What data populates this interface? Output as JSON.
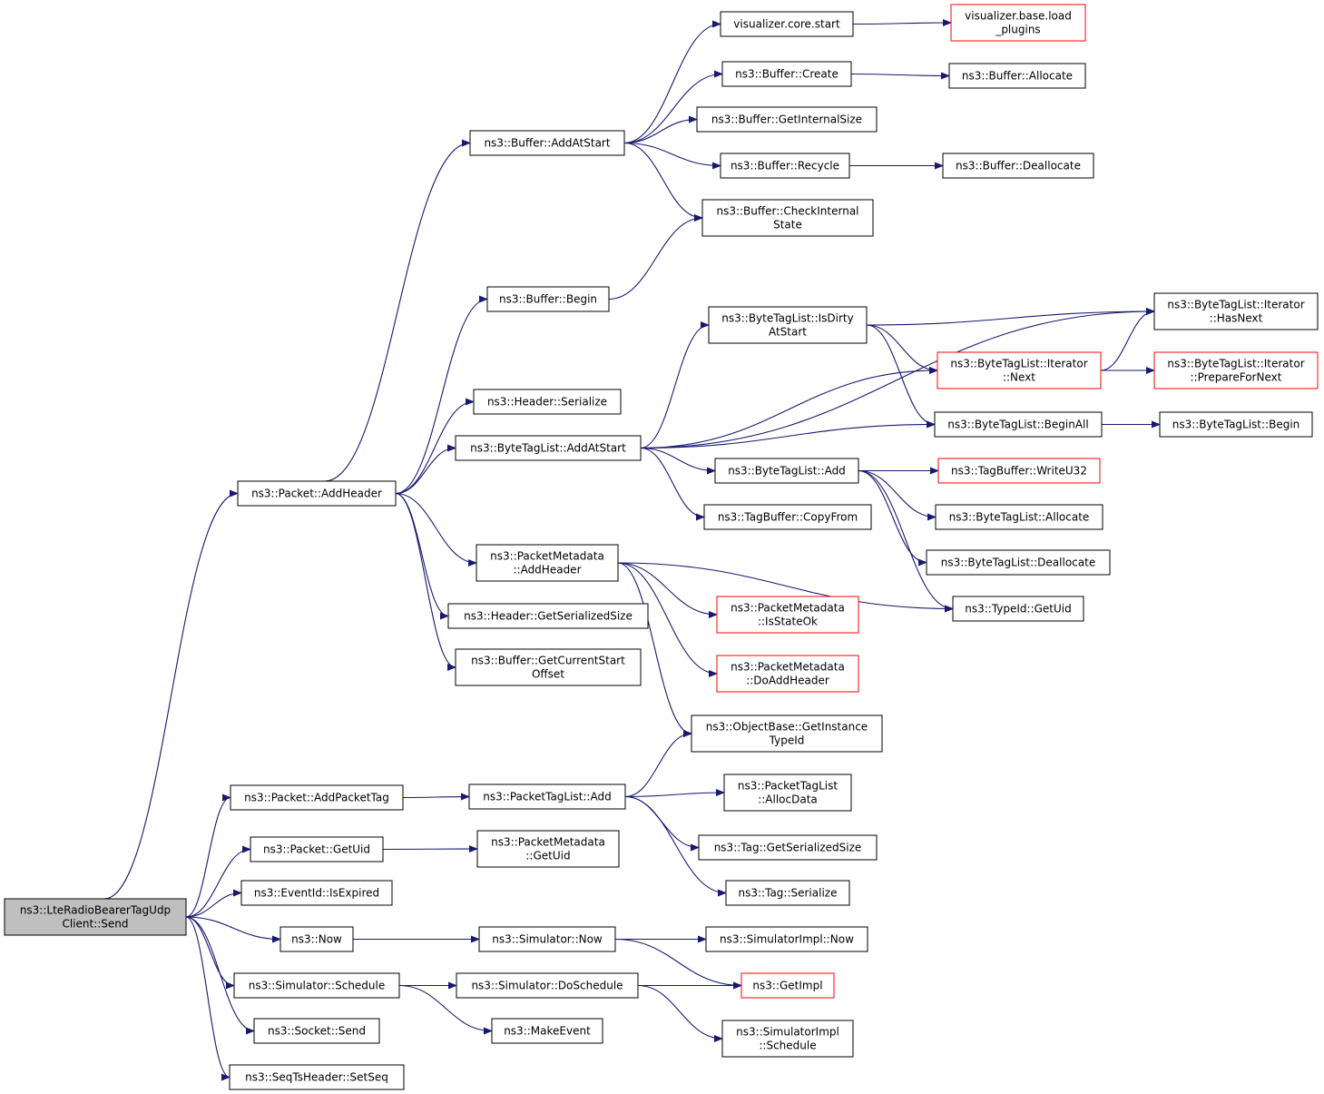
{
  "colors": {
    "edge": "#191970",
    "node_border": "#000000",
    "external_border": "#ff0000",
    "root_fill": "#bfbfbf",
    "node_fill": "#ffffff"
  },
  "nodes": [
    {
      "id": "root",
      "lines": [
        "ns3::LteRadioBearerTagUdp",
        "Client::Send"
      ],
      "style": "root"
    },
    {
      "id": "pkt_addheader",
      "lines": [
        "ns3::Packet::AddHeader"
      ]
    },
    {
      "id": "pkt_addpackettag",
      "lines": [
        "ns3::Packet::AddPacketTag"
      ]
    },
    {
      "id": "pkt_getuid",
      "lines": [
        "ns3::Packet::GetUid"
      ]
    },
    {
      "id": "eventid_isexpired",
      "lines": [
        "ns3::EventId::IsExpired"
      ]
    },
    {
      "id": "now",
      "lines": [
        "ns3::Now"
      ]
    },
    {
      "id": "sim_schedule",
      "lines": [
        "ns3::Simulator::Schedule"
      ]
    },
    {
      "id": "socket_send",
      "lines": [
        "ns3::Socket::Send"
      ]
    },
    {
      "id": "seqts_setseq",
      "lines": [
        "ns3::SeqTsHeader::SetSeq"
      ]
    },
    {
      "id": "buf_addatstart",
      "lines": [
        "ns3::Buffer::AddAtStart"
      ]
    },
    {
      "id": "buf_begin",
      "lines": [
        "ns3::Buffer::Begin"
      ]
    },
    {
      "id": "hdr_serialize",
      "lines": [
        "ns3::Header::Serialize"
      ]
    },
    {
      "id": "btl_addatstart",
      "lines": [
        "ns3::ByteTagList::AddAtStart"
      ]
    },
    {
      "id": "pm_addheader",
      "lines": [
        "ns3::PacketMetadata",
        "::AddHeader"
      ]
    },
    {
      "id": "hdr_getsersize",
      "lines": [
        "ns3::Header::GetSerializedSize"
      ]
    },
    {
      "id": "buf_getcurstart",
      "lines": [
        "ns3::Buffer::GetCurrentStart",
        "Offset"
      ]
    },
    {
      "id": "ptl_add",
      "lines": [
        "ns3::PacketTagList::Add"
      ]
    },
    {
      "id": "pm_getuid",
      "lines": [
        "ns3::PacketMetadata",
        "::GetUid"
      ]
    },
    {
      "id": "sim_now",
      "lines": [
        "ns3::Simulator::Now"
      ]
    },
    {
      "id": "sim_doschedule",
      "lines": [
        "ns3::Simulator::DoSchedule"
      ]
    },
    {
      "id": "makeevent",
      "lines": [
        "ns3::MakeEvent"
      ]
    },
    {
      "id": "viz_start",
      "lines": [
        "visualizer.core.start"
      ]
    },
    {
      "id": "buf_create",
      "lines": [
        "ns3::Buffer::Create"
      ]
    },
    {
      "id": "buf_getintsize",
      "lines": [
        "ns3::Buffer::GetInternalSize"
      ]
    },
    {
      "id": "buf_recycle",
      "lines": [
        "ns3::Buffer::Recycle"
      ]
    },
    {
      "id": "buf_checkint",
      "lines": [
        "ns3::Buffer::CheckInternal",
        "State"
      ]
    },
    {
      "id": "btl_isdirty",
      "lines": [
        "ns3::ByteTagList::IsDirty",
        "AtStart"
      ]
    },
    {
      "id": "btl_add",
      "lines": [
        "ns3::ByteTagList::Add"
      ]
    },
    {
      "id": "tagbuf_copyfrom",
      "lines": [
        "ns3::TagBuffer::CopyFrom"
      ]
    },
    {
      "id": "pm_isstateok",
      "lines": [
        "ns3::PacketMetadata",
        "::IsStateOk"
      ],
      "style": "external"
    },
    {
      "id": "pm_doaddheader",
      "lines": [
        "ns3::PacketMetadata",
        "::DoAddHeader"
      ],
      "style": "external"
    },
    {
      "id": "ob_getinsttypeid",
      "lines": [
        "ns3::ObjectBase::GetInstance",
        "TypeId"
      ]
    },
    {
      "id": "ptl_allocdata",
      "lines": [
        "ns3::PacketTagList",
        "::AllocData"
      ]
    },
    {
      "id": "tag_getsersize",
      "lines": [
        "ns3::Tag::GetSerializedSize"
      ]
    },
    {
      "id": "tag_serialize",
      "lines": [
        "ns3::Tag::Serialize"
      ]
    },
    {
      "id": "simimpl_now",
      "lines": [
        "ns3::SimulatorImpl::Now"
      ]
    },
    {
      "id": "getimpl",
      "lines": [
        "ns3::GetImpl"
      ],
      "style": "external"
    },
    {
      "id": "simimpl_schedule",
      "lines": [
        "ns3::SimulatorImpl",
        "::Schedule"
      ]
    },
    {
      "id": "viz_loadplugins",
      "lines": [
        "visualizer.base.load",
        "_plugins"
      ],
      "style": "external"
    },
    {
      "id": "buf_allocate",
      "lines": [
        "ns3::Buffer::Allocate"
      ]
    },
    {
      "id": "buf_deallocate",
      "lines": [
        "ns3::Buffer::Deallocate"
      ]
    },
    {
      "id": "btli_hasnext",
      "lines": [
        "ns3::ByteTagList::Iterator",
        "::HasNext"
      ]
    },
    {
      "id": "btli_next",
      "lines": [
        "ns3::ByteTagList::Iterator",
        "::Next"
      ],
      "style": "external"
    },
    {
      "id": "btl_beginall",
      "lines": [
        "ns3::ByteTagList::BeginAll"
      ]
    },
    {
      "id": "tagbuf_writeu32",
      "lines": [
        "ns3::TagBuffer::WriteU32"
      ],
      "style": "external"
    },
    {
      "id": "btl_allocate",
      "lines": [
        "ns3::ByteTagList::Allocate"
      ]
    },
    {
      "id": "btl_deallocate",
      "lines": [
        "ns3::ByteTagList::Deallocate"
      ]
    },
    {
      "id": "typeid_getuid",
      "lines": [
        "ns3::TypeId::GetUid"
      ]
    },
    {
      "id": "btli_preparefornext",
      "lines": [
        "ns3::ByteTagList::Iterator",
        "::PrepareForNext"
      ],
      "style": "external"
    },
    {
      "id": "btl_begin",
      "lines": [
        "ns3::ByteTagList::Begin"
      ]
    }
  ],
  "edges": [
    [
      "root",
      "pkt_addheader"
    ],
    [
      "root",
      "pkt_addpackettag"
    ],
    [
      "root",
      "pkt_getuid"
    ],
    [
      "root",
      "eventid_isexpired"
    ],
    [
      "root",
      "now"
    ],
    [
      "root",
      "sim_schedule"
    ],
    [
      "root",
      "socket_send"
    ],
    [
      "root",
      "seqts_setseq"
    ],
    [
      "pkt_addheader",
      "buf_addatstart"
    ],
    [
      "pkt_addheader",
      "buf_begin"
    ],
    [
      "pkt_addheader",
      "hdr_serialize"
    ],
    [
      "pkt_addheader",
      "btl_addatstart"
    ],
    [
      "pkt_addheader",
      "pm_addheader"
    ],
    [
      "pkt_addheader",
      "hdr_getsersize"
    ],
    [
      "pkt_addheader",
      "buf_getcurstart"
    ],
    [
      "buf_addatstart",
      "viz_start"
    ],
    [
      "buf_addatstart",
      "buf_create"
    ],
    [
      "buf_addatstart",
      "buf_getintsize"
    ],
    [
      "buf_addatstart",
      "buf_recycle"
    ],
    [
      "buf_addatstart",
      "buf_checkint"
    ],
    [
      "viz_start",
      "viz_loadplugins"
    ],
    [
      "buf_create",
      "buf_allocate"
    ],
    [
      "buf_recycle",
      "buf_deallocate"
    ],
    [
      "buf_begin",
      "buf_checkint"
    ],
    [
      "btl_addatstart",
      "btl_isdirty"
    ],
    [
      "btl_addatstart",
      "btli_hasnext"
    ],
    [
      "btl_addatstart",
      "btli_next"
    ],
    [
      "btl_addatstart",
      "btl_beginall"
    ],
    [
      "btl_addatstart",
      "btl_add"
    ],
    [
      "btl_addatstart",
      "tagbuf_copyfrom"
    ],
    [
      "btl_isdirty",
      "btli_hasnext"
    ],
    [
      "btl_isdirty",
      "btli_next"
    ],
    [
      "btl_isdirty",
      "btl_beginall"
    ],
    [
      "btli_next",
      "btli_hasnext"
    ],
    [
      "btli_next",
      "btli_preparefornext"
    ],
    [
      "btl_beginall",
      "btl_begin"
    ],
    [
      "btl_add",
      "tagbuf_writeu32"
    ],
    [
      "btl_add",
      "btl_allocate"
    ],
    [
      "btl_add",
      "btl_deallocate"
    ],
    [
      "btl_add",
      "typeid_getuid"
    ],
    [
      "pm_addheader",
      "typeid_getuid"
    ],
    [
      "pm_addheader",
      "pm_isstateok"
    ],
    [
      "pm_addheader",
      "pm_doaddheader"
    ],
    [
      "pm_addheader",
      "ob_getinsttypeid"
    ],
    [
      "pkt_addpackettag",
      "ptl_add"
    ],
    [
      "ptl_add",
      "ob_getinsttypeid"
    ],
    [
      "ptl_add",
      "ptl_allocdata"
    ],
    [
      "ptl_add",
      "tag_getsersize"
    ],
    [
      "ptl_add",
      "tag_serialize"
    ],
    [
      "pkt_getuid",
      "pm_getuid"
    ],
    [
      "now",
      "sim_now"
    ],
    [
      "sim_now",
      "simimpl_now"
    ],
    [
      "sim_now",
      "getimpl"
    ],
    [
      "sim_schedule",
      "sim_doschedule"
    ],
    [
      "sim_schedule",
      "makeevent"
    ],
    [
      "sim_doschedule",
      "getimpl"
    ],
    [
      "sim_doschedule",
      "simimpl_schedule"
    ]
  ]
}
